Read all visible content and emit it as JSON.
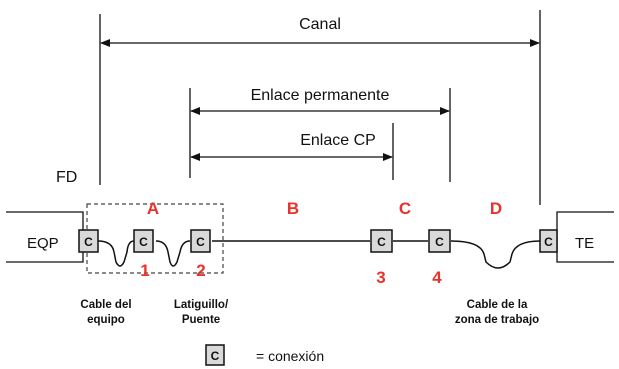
{
  "measurements": {
    "channel": "Canal",
    "permanent_link": "Enlace permanente",
    "cp_link": "Enlace CP"
  },
  "fd_label": "FD",
  "equipment_label": "EQP",
  "terminal_label": "TE",
  "connector_letter": "C",
  "segments": {
    "a": "A",
    "b": "B",
    "c": "C",
    "d": "D"
  },
  "connector_numbers": [
    "1",
    "2",
    "3",
    "4"
  ],
  "cable_captions": {
    "equipment_cable": [
      "Cable del",
      "equipo"
    ],
    "patch_cord": [
      "Latiguillo/",
      "Puente"
    ],
    "work_area_cable": [
      "Cable de la",
      "zona de trabajo"
    ]
  },
  "legend": {
    "letter": "C",
    "text": "= conexión"
  },
  "colors": {
    "line": "#111111",
    "accent_red": "#e8322c",
    "connector_fill": "#d9d9d9"
  }
}
